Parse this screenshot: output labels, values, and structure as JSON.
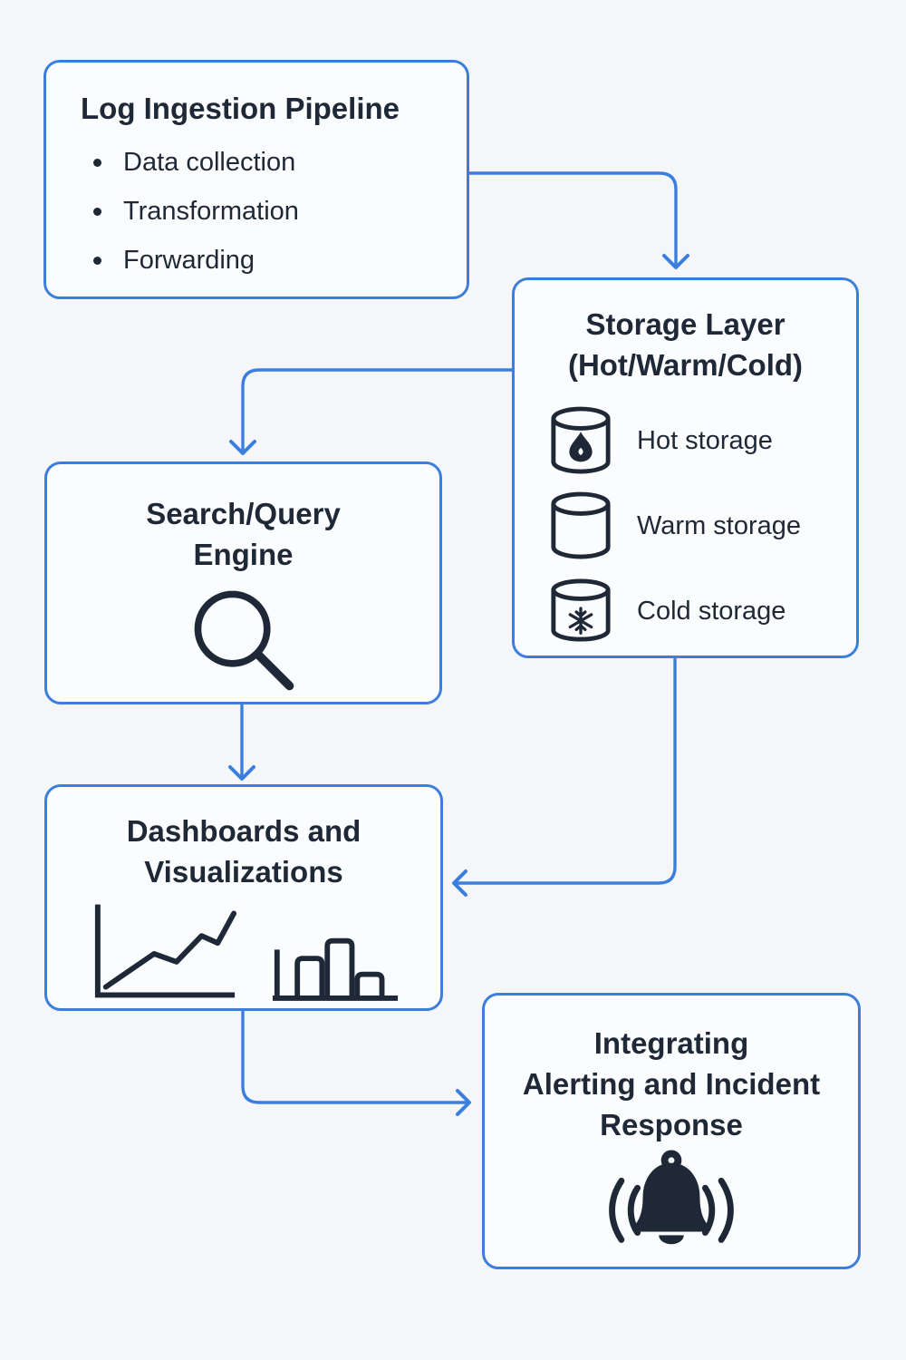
{
  "diagram": {
    "background_color": "#f5f6f8",
    "accent_blue": "#3c7ede",
    "ink_color": "#1e2836",
    "node_fill": "#fbfcfd",
    "nodes": {
      "ingestion": {
        "title": "Log Ingestion Pipeline",
        "bullets": [
          "Data collection",
          "Transformation",
          "Forwarding"
        ]
      },
      "storage": {
        "title_lines": [
          "Storage Layer",
          "(Hot/Warm/Cold)"
        ],
        "items": [
          {
            "icon": "hot-storage-cylinder-icon",
            "label": "Hot storage"
          },
          {
            "icon": "warm-storage-cylinder-icon",
            "label": "Warm storage"
          },
          {
            "icon": "cold-storage-cylinder-icon",
            "label": "Cold storage"
          }
        ]
      },
      "search": {
        "title_lines": [
          "Search/Query",
          "Engine"
        ],
        "icon": "magnifier-icon"
      },
      "dashboards": {
        "title_lines": [
          "Dashboards and",
          "Visualizations"
        ],
        "icons": [
          "line-chart-icon",
          "bar-chart-icon"
        ]
      },
      "alerting": {
        "title_lines": [
          "Integrating",
          "Alerting and Incident",
          "Response"
        ],
        "icon": "alarm-bell-icon"
      }
    },
    "edges": [
      {
        "from": "log-ingestion-pipeline",
        "to": "storage-layer"
      },
      {
        "from": "storage-layer",
        "to": "search-query-engine"
      },
      {
        "from": "search-query-engine",
        "to": "dashboards-and-visualizations"
      },
      {
        "from": "storage-layer",
        "to": "dashboards-and-visualizations"
      },
      {
        "from": "dashboards-and-visualizations",
        "to": "alerting-and-incident-response"
      }
    ]
  }
}
